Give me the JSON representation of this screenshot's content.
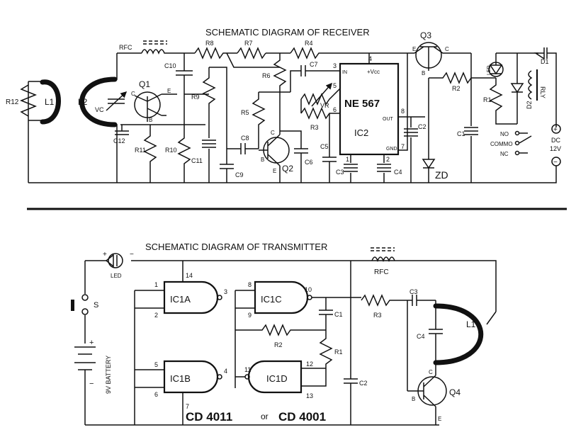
{
  "receiver": {
    "title": "SCHEMATIC DIAGRAM OF RECEIVER",
    "labels": {
      "L1": "L1",
      "L2": "L2",
      "R12": "R12",
      "VC": "VC",
      "RFC": "RFC",
      "Q1": "Q1",
      "C12": "C12",
      "R11": "R11",
      "R10": "R10",
      "C10": "C10",
      "R8": "R8",
      "R9": "R9",
      "C11": "C11",
      "R7": "R7",
      "R6": "R6",
      "R5": "R5",
      "C7": "C7",
      "C8": "C8",
      "C9": "C9",
      "Q2": "Q2",
      "C6": "C6",
      "C5": "C5",
      "C3": "C3",
      "C4": "C4",
      "R4": "R4",
      "VR": "VR",
      "R3": "R3",
      "IC2": "IC2",
      "NE567": "NE 567",
      "Vcc": "+Vcc",
      "IN": "IN",
      "OUT": "OUT",
      "GND": "GND",
      "C2": "C2",
      "Q3": "Q3",
      "R2": "R2",
      "R1": "R1",
      "ZD": "ZD",
      "C1": "C1",
      "LED": "LED",
      "D2": "D2",
      "D1": "D1",
      "RLY": "RLY",
      "NO": "NO",
      "COMMO": "COMMO",
      "NC": "NC",
      "DC": "DC",
      "V12": "12V",
      "plus": "+",
      "minus": "−",
      "B": "B",
      "C": "C",
      "E": "E",
      "pin1": "1",
      "pin2": "2",
      "pin3": "3",
      "pin4": "4",
      "pin5": "5",
      "pin6": "6",
      "pin7": "7",
      "pin8": "8"
    }
  },
  "transmitter": {
    "title": "SCHEMATIC DIAGRAM OF TRANSMITTER",
    "ic_note_a": "CD 4011",
    "ic_note_or": "or",
    "ic_note_b": "CD 4001",
    "labels": {
      "LED": "LED",
      "S": "S",
      "BATTERY": "9V BATTERY",
      "IC1A": "IC1A",
      "IC1B": "IC1B",
      "IC1C": "IC1C",
      "IC1D": "IC1D",
      "R1": "R1",
      "R2": "R2",
      "R3": "R3",
      "C1": "C1",
      "C2": "C2",
      "C3": "C3",
      "C4": "C4",
      "L1": "L1",
      "RFC": "RFC",
      "Q4": "Q4",
      "B": "B",
      "C": "C",
      "E": "E",
      "plus": "+",
      "minus": "−",
      "p1": "1",
      "p2": "2",
      "p3": "3",
      "p4": "4",
      "p5": "5",
      "p6": "6",
      "p7": "7",
      "p8": "8",
      "p9": "9",
      "p10": "10",
      "p11": "11",
      "p12": "12",
      "p13": "13",
      "p14": "14"
    }
  }
}
